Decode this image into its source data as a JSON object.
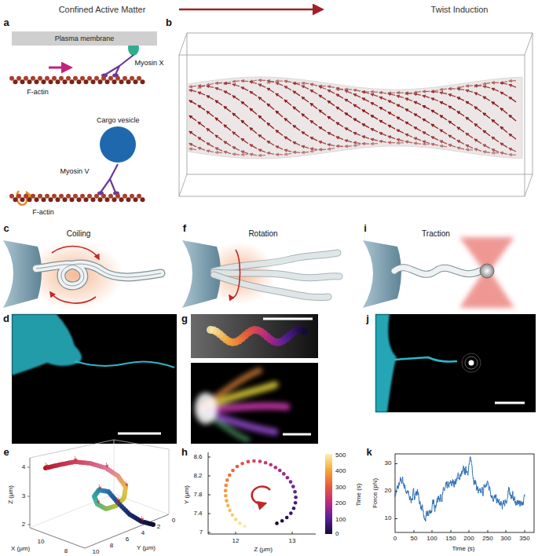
{
  "diagram": {
    "nodes": [
      {
        "text": [
          "Plasma membrane"
        ]
      },
      {
        "text": [
          "Cargo vesicle"
        ]
      }
    ],
    "labels": [
      "Confined Active Matter",
      "Twist Induction",
      "a",
      "Myosin X",
      "F-actin",
      "Myosin V",
      "F-actin",
      "b",
      "c",
      "Coiling",
      "f",
      "Rotation",
      "i",
      "Traction",
      "d",
      "g",
      "j",
      "e",
      "4",
      "3",
      "2",
      "Z (μm)",
      "10",
      "8",
      "X (μm)",
      "10",
      "8",
      "6",
      "4",
      "2",
      "0",
      "Y (μm)",
      "h",
      "8.6",
      "8.2",
      "7.8",
      "7.4",
      "7",
      "Y (μm)",
      "12",
      "13",
      "Z (μm)",
      "500",
      "400",
      "300",
      "200",
      "100",
      "0",
      "Time (s)",
      "k",
      "30",
      "20",
      "10",
      "Force (pN)",
      "0",
      "50",
      "100",
      "150",
      "200",
      "250",
      "300",
      "350",
      "Time (s)"
    ]
  }
}
